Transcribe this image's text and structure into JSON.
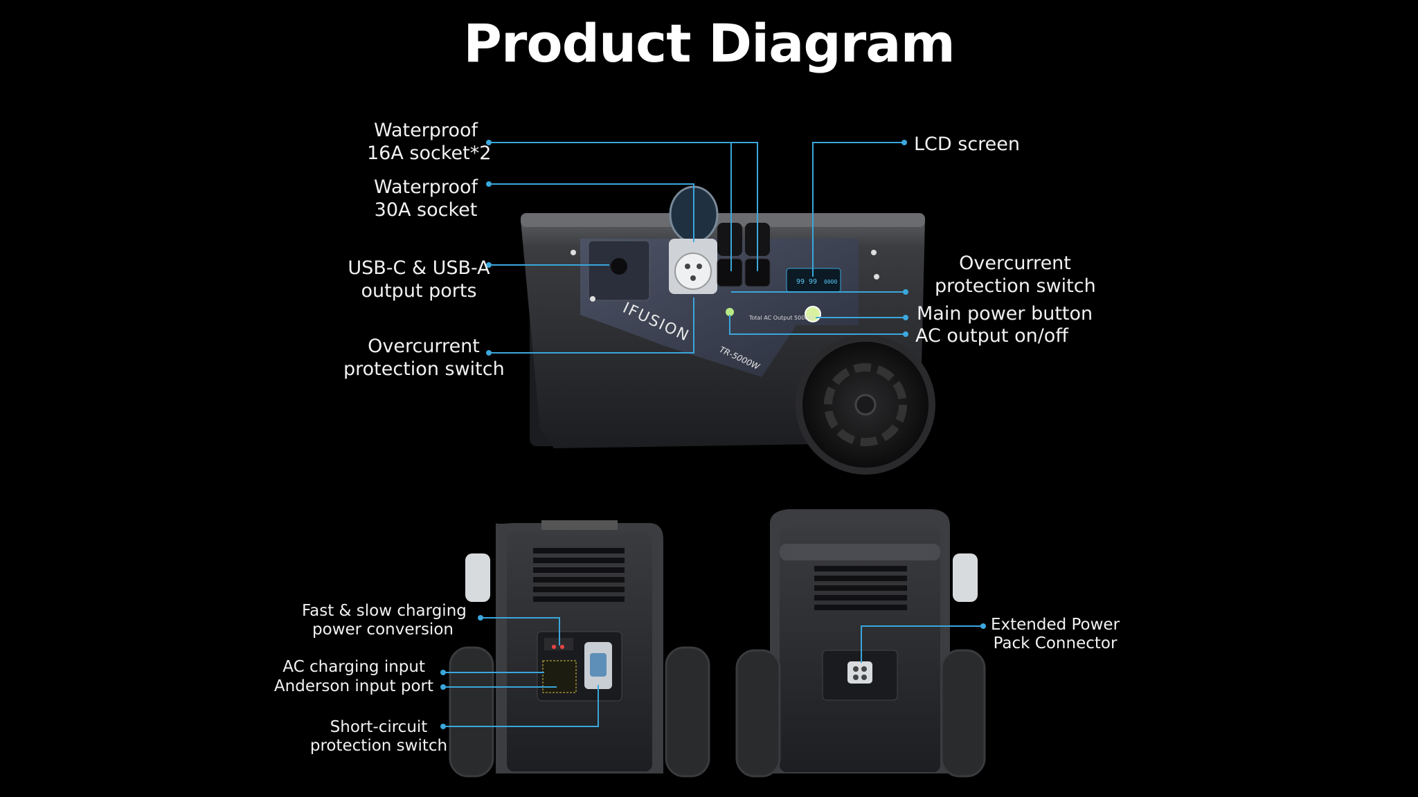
{
  "title": "Product Diagram",
  "product": {
    "brand": "IFUSION",
    "model": "TR-5000W",
    "panel_text": "Total AC Output 5000W",
    "lcd_readout": [
      "99",
      "99",
      "0000"
    ]
  },
  "labels": {
    "waterproof_16a": [
      "Waterproof",
      "16A socket*2"
    ],
    "waterproof_30a": [
      "Waterproof",
      "30A socket"
    ],
    "usb_ports": [
      "USB-C & USB-A",
      "output ports"
    ],
    "overcurrent_left": [
      "Overcurrent",
      "protection switch"
    ],
    "lcd_screen": "LCD screen",
    "overcurrent_right": [
      "Overcurrent",
      "protection switch"
    ],
    "main_power": "Main power button",
    "ac_output": "AC output on/off",
    "fast_slow": [
      "Fast & slow charging",
      "power conversion"
    ],
    "ac_charging": "AC charging input",
    "anderson": "Anderson input port",
    "short_circuit": [
      "Short-circuit",
      "protection switch"
    ],
    "extended_power": [
      "Extended Power",
      "Pack Connector"
    ]
  },
  "colors": {
    "background": "#000000",
    "leader_line": "#3ba7dd",
    "body": "#2c2d30",
    "panel": "#3a3f4f"
  }
}
